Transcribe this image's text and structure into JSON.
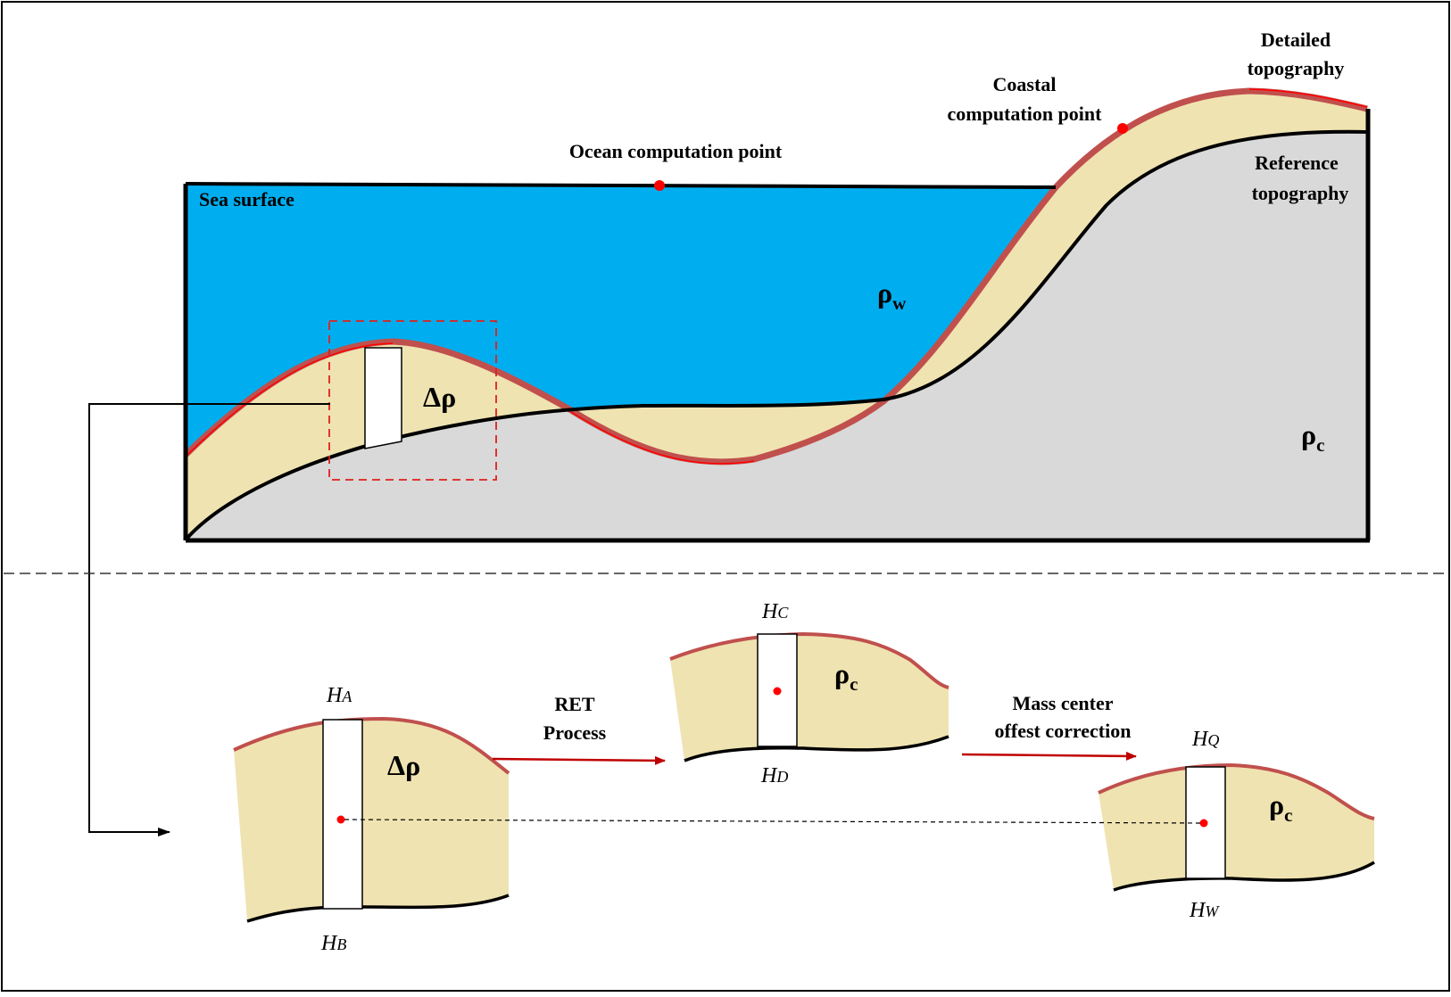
{
  "labels": {
    "sea_surface": "Sea surface",
    "ocean_point": "Ocean computation point",
    "coastal_line1": "Coastal",
    "coastal_line2": "computation point",
    "detailed_line1": "Detailed",
    "detailed_line2": "topography",
    "reference_line1": "Reference",
    "reference_line2": "topography",
    "rho_w": "ρ",
    "rho_w_sub": "w",
    "rho_c": "ρ",
    "rho_c_sub": "c",
    "delta_rho": "Δρ",
    "ret_line1": "RET",
    "ret_line2": "Process",
    "mass_line1": "Mass center",
    "mass_line2": "offest correction"
  },
  "block_a": {
    "top": "H",
    "top_sub": "A",
    "bottom": "H",
    "bottom_sub": "B",
    "density": "Δρ"
  },
  "block_c": {
    "top": "H",
    "top_sub": "C",
    "bottom": "H",
    "bottom_sub": "D",
    "density": "ρ",
    "density_sub": "c"
  },
  "block_q": {
    "top": "H",
    "top_sub": "Q",
    "bottom": "H",
    "bottom_sub": "W",
    "density": "ρ",
    "density_sub": "c"
  },
  "colors": {
    "ocean": "#00AEEF",
    "topography_layer": "#EFE3B1",
    "crust": "#D9D9D9",
    "detailed_surface": "#C0504D",
    "point": "#FF0000",
    "arrow": "#C00000",
    "outline": "#000000"
  }
}
